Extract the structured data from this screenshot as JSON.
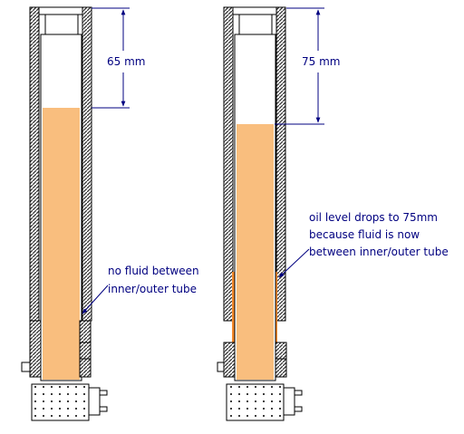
{
  "left_fork": {
    "dimension": "65 mm",
    "annotation": [
      "no fluid between",
      "inner/outer tube"
    ]
  },
  "right_fork": {
    "dimension": "75 mm",
    "annotation": [
      "oil level drops to 75mm",
      "because fluid is now",
      "between inner/outer tube"
    ]
  },
  "colors": {
    "oil": "#F9BE7E",
    "oil_between_tubes": "#F58A2B",
    "annotation": "#000080",
    "outline": "#000000",
    "hatch": "#333333"
  }
}
